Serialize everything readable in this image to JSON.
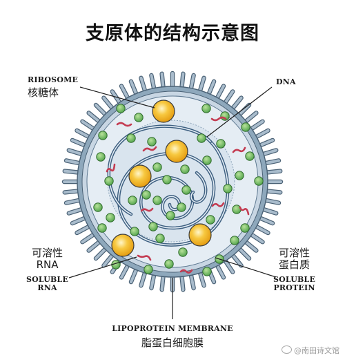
{
  "title": "支原体的结构示意图",
  "labels": {
    "ribosome": {
      "en": "RIBOSOME",
      "zh": "核糖体"
    },
    "dna": {
      "en": "DNA"
    },
    "soluble_rna": {
      "zh": "可溶性\nRNA",
      "en": "SOLUBLE\nRNA"
    },
    "soluble_protein": {
      "zh": "可溶性\n蛋白质",
      "en": "SOLUBLE\nPROTEIN"
    },
    "membrane": {
      "en": "LIPOPROTEIN MEMBRANE",
      "zh": "脂蛋白细胞膜"
    }
  },
  "watermark": "@南田诗文馆",
  "colors": {
    "membrane_ring": "#87a3b8",
    "membrane_band": "#c8d6e3",
    "cytoplasm": "#e5edf4",
    "dna": "#3d5f80",
    "ribosome": "#f2b21c",
    "protein": "#65b65f",
    "rna": "#c43c52"
  }
}
